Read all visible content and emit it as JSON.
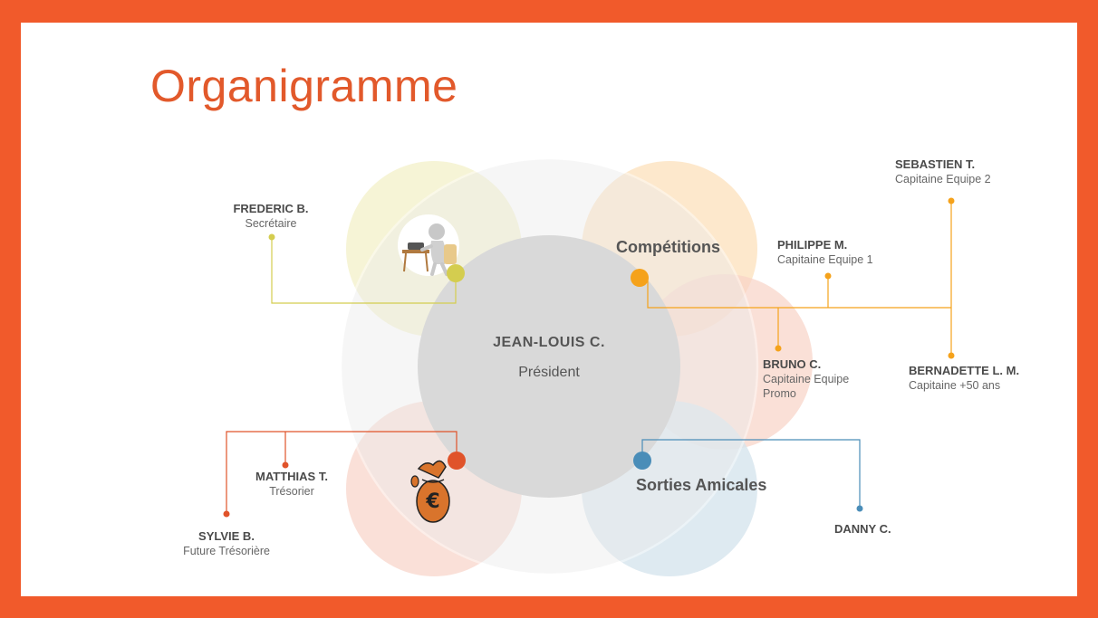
{
  "title": "Organigramme",
  "center": {
    "name": "JEAN-LOUIS C.",
    "role": "Président"
  },
  "categories": {
    "competitions": "Compétitions",
    "sorties": "Sorties Amicales"
  },
  "people": {
    "frederic": {
      "name": "FREDERIC B.",
      "role": "Secrétaire"
    },
    "philippe": {
      "name": "PHILIPPE M.",
      "role": "Capitaine Equipe 1"
    },
    "sebastien": {
      "name": "SEBASTIEN T.",
      "role": "Capitaine Equipe 2"
    },
    "bruno": {
      "name": "BRUNO C.",
      "role": "Capitaine Equipe",
      "role2": "Promo"
    },
    "bernadette": {
      "name": "BERNADETTE L. M.",
      "role": "Capitaine +50 ans"
    },
    "matthias": {
      "name": "MATTHIAS T.",
      "role": "Trésorier"
    },
    "sylvie": {
      "name": "SYLVIE B.",
      "role": "Future Trésorière"
    },
    "danny": {
      "name": "DANNY C."
    }
  },
  "colors": {
    "frame": "#f15a2b",
    "secretary": "#d4cd4f",
    "competitions": "#f5a21b",
    "treasury": "#e0532a",
    "sorties": "#4a8db8",
    "center": "#d9d9d9"
  },
  "icons": {
    "secretary": "person-at-desk-icon",
    "treasury": "euro-money-bag-icon"
  }
}
